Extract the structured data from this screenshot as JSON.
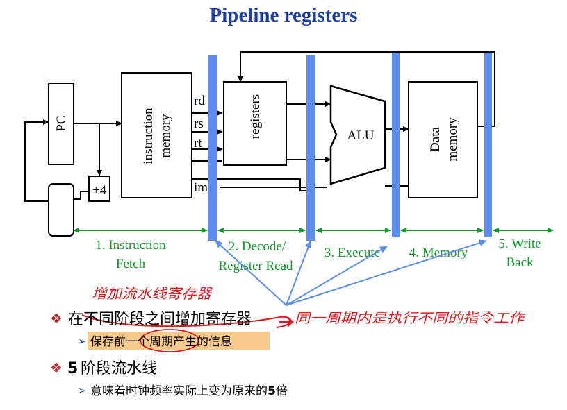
{
  "title": "Pipeline registers",
  "diagram": {
    "pc": "PC",
    "instr_mem": [
      "instruction",
      "memory"
    ],
    "plus4": "+4",
    "rd": "rd",
    "rs": "rs",
    "rt": "rt",
    "imm": "imm",
    "registers": "registers",
    "alu": "ALU",
    "data_mem": [
      "Data",
      "memory"
    ],
    "stages": [
      [
        "1. Instruction",
        "Fetch"
      ],
      [
        "2. Decode/",
        "Register Read"
      ],
      [
        "3. Execute"
      ],
      [
        "4. Memory"
      ],
      [
        "5. Write",
        "Back"
      ]
    ]
  },
  "colors": {
    "title": "#1f3ea8",
    "pipeline_register": "#5b8ef0",
    "stage_arrow": "#139a2c",
    "annotation": "#e4141b",
    "highlight": "#f7c98a"
  },
  "bullets": [
    {
      "text": "在不同阶段之间增加寄存器",
      "sub": "保存前一个周期产生的信息"
    },
    {
      "prefix": "5",
      "text": "阶段流水线",
      "sub_prefix": "意味着时钟频率实际上变为原来的",
      "sub_bold": "5",
      "sub_suffix": "倍"
    }
  ],
  "handwriting": {
    "top": "增加流水线寄存器",
    "right": "同一周期内是执行不同的指令工作"
  }
}
